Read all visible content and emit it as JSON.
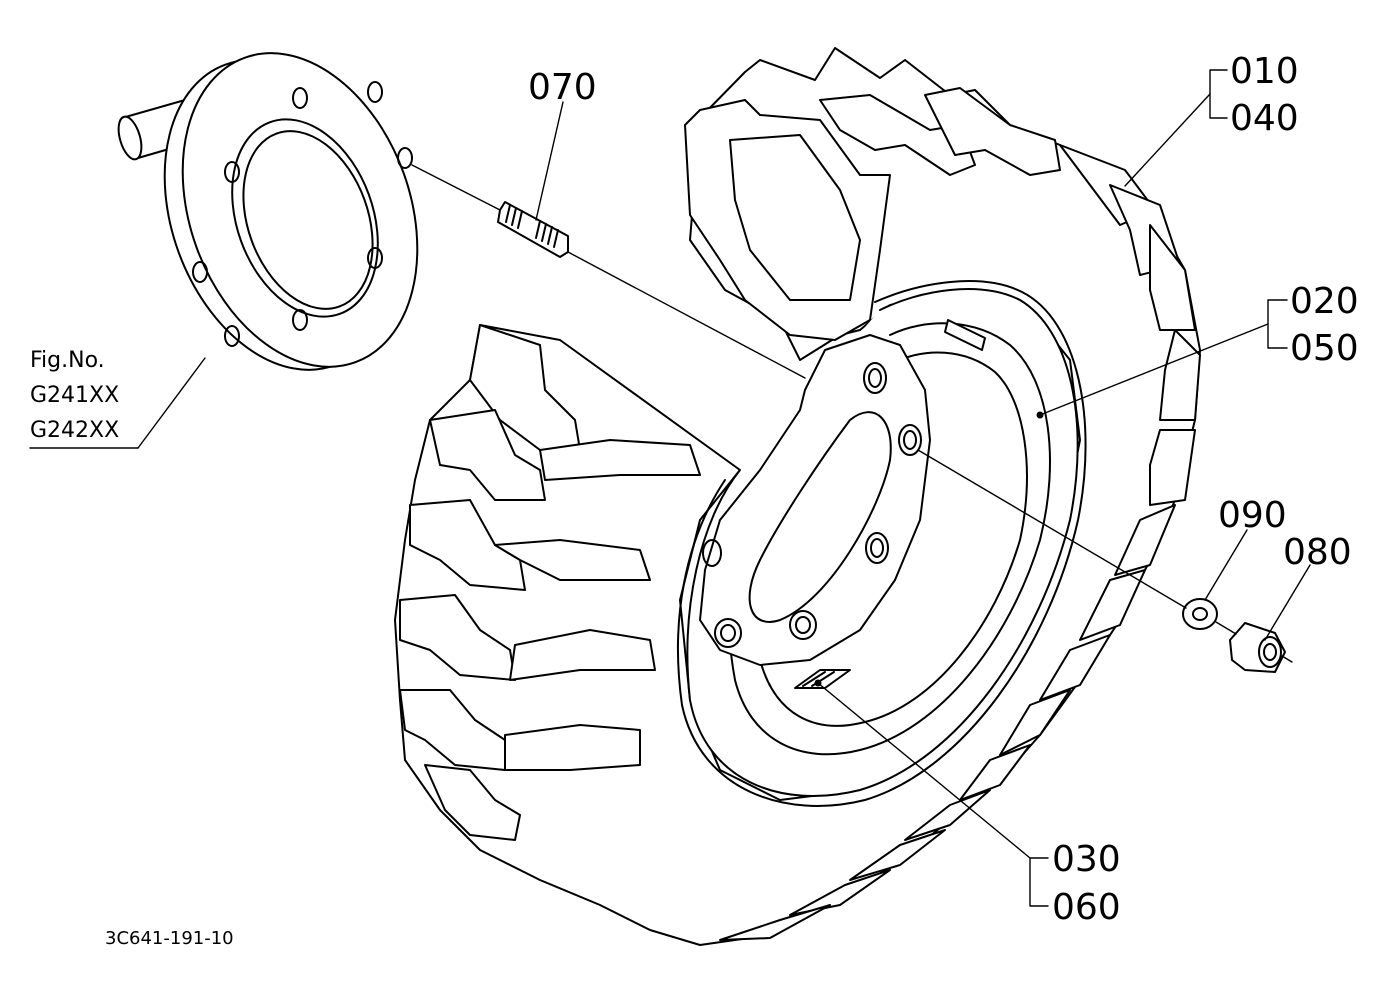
{
  "parts": {
    "p010": "010",
    "p040": "040",
    "p020": "020",
    "p050": "050",
    "p070": "070",
    "p090": "090",
    "p080": "080",
    "p030": "030",
    "p060": "060"
  },
  "figure_ref": {
    "label": "Fig.No.",
    "refs": [
      "G241XX",
      "G242XX"
    ]
  },
  "drawing_code": "3C641-191-10",
  "colors": {
    "line": "#000000",
    "background": "#ffffff"
  }
}
